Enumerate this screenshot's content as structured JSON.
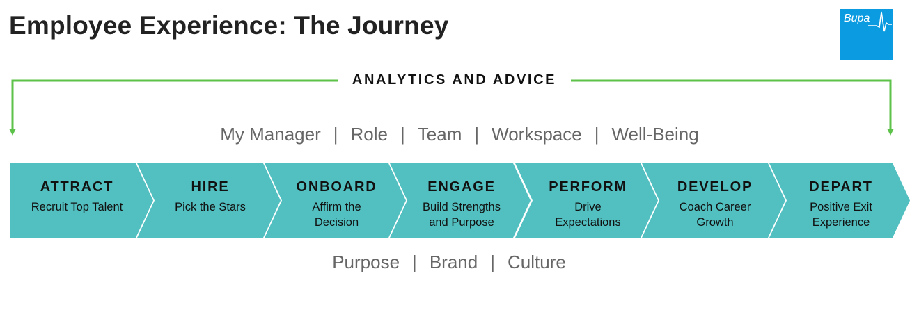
{
  "title": "Employee Experience: The Journey",
  "logo": {
    "text": "Bupa",
    "color": "#0a9be0"
  },
  "analytics_label": "ANALYTICS AND ADVICE",
  "top_factors": [
    "My Manager",
    "Role",
    "Team",
    "Workspace",
    "Well-Being"
  ],
  "bottom_factors": [
    "Purpose",
    "Brand",
    "Culture"
  ],
  "separator": "|",
  "colors": {
    "chevron": "#52bfc0",
    "bracket": "#5cc24a"
  },
  "stages": [
    {
      "title": "ATTRACT",
      "subtitle": "Recruit Top Talent"
    },
    {
      "title": "HIRE",
      "subtitle": "Pick the Stars"
    },
    {
      "title": "ONBOARD",
      "subtitle": "Affirm the\nDecision"
    },
    {
      "title": "ENGAGE",
      "subtitle": "Build Strengths\nand Purpose"
    },
    {
      "title": "PERFORM",
      "subtitle": "Drive\nExpectations"
    },
    {
      "title": "DEVELOP",
      "subtitle": "Coach Career\nGrowth"
    },
    {
      "title": "DEPART",
      "subtitle": "Positive Exit\nExperience"
    }
  ]
}
